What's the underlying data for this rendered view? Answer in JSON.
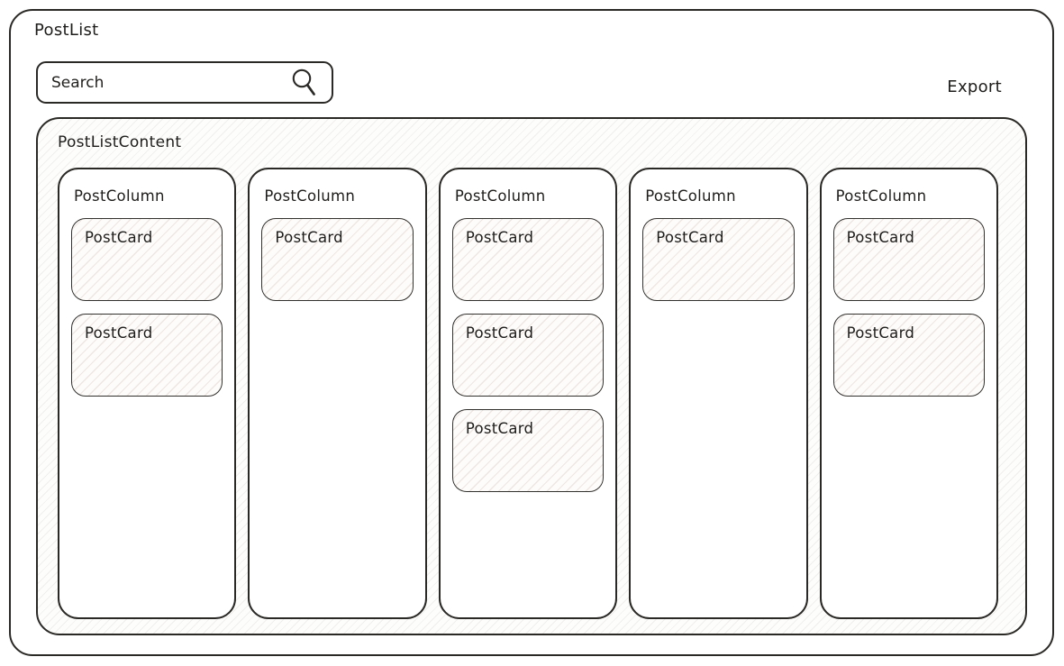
{
  "app": {
    "title": "PostList"
  },
  "toolbar": {
    "search": {
      "placeholder": "Search",
      "icon": "magnifier"
    },
    "export_label": "Export"
  },
  "content": {
    "label": "PostListContent",
    "columns": [
      {
        "label": "PostColumn",
        "cards": [
          {
            "label": "PostCard"
          },
          {
            "label": "PostCard"
          }
        ]
      },
      {
        "label": "PostColumn",
        "cards": [
          {
            "label": "PostCard"
          }
        ]
      },
      {
        "label": "PostColumn",
        "cards": [
          {
            "label": "PostCard"
          },
          {
            "label": "PostCard"
          },
          {
            "label": "PostCard"
          }
        ]
      },
      {
        "label": "PostColumn",
        "cards": [
          {
            "label": "PostCard"
          }
        ]
      },
      {
        "label": "PostColumn",
        "cards": [
          {
            "label": "PostCard"
          },
          {
            "label": "PostCard"
          }
        ]
      }
    ]
  },
  "style": {
    "stroke_color": "#2b2926",
    "text_color": "#1e1d1b",
    "canvas_bg": "#ffffff",
    "content_hatch_color": "#e7e6e3",
    "card_hatch_color": "#e9ddd5"
  }
}
